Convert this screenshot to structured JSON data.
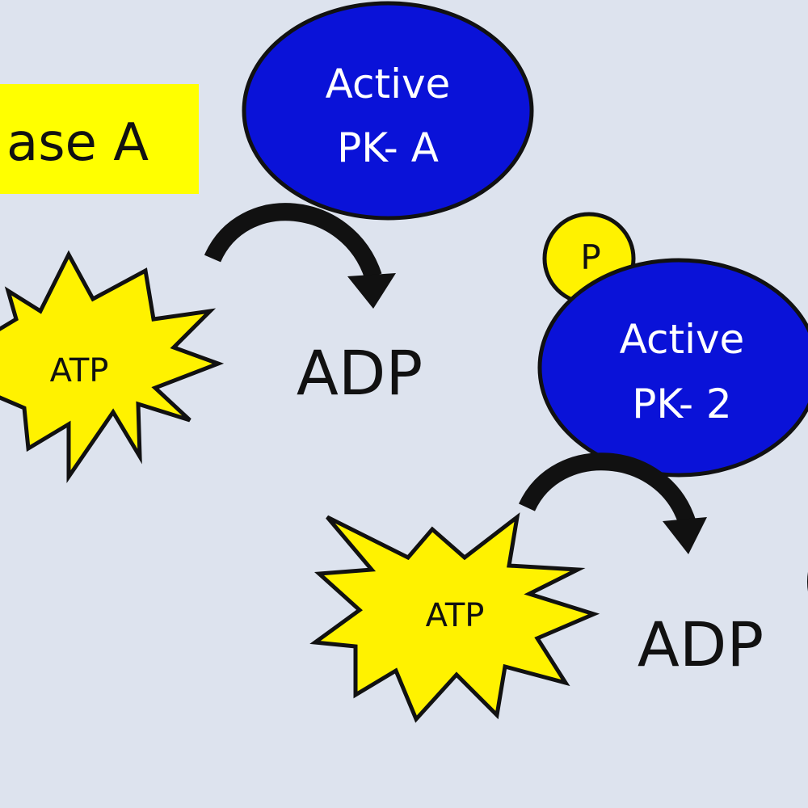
{
  "labels": {
    "header_partial": "ase A",
    "active_pka_line1": "Active",
    "active_pka_line2": "PK- A",
    "active_pk2_line1": "Active",
    "active_pk2_line2": "PK- 2",
    "phosphate": "P",
    "atp_left": "ATP",
    "atp_bottom": "ATP",
    "adp_top": "ADP",
    "adp_bottom": "ADP"
  },
  "colors": {
    "background": "#dde3ee",
    "enzyme_blue": "#0a12d8",
    "star_yellow": "#fff200",
    "header_yellow": "#ffff00",
    "outline": "#111111",
    "enzyme_text": "#ffffff"
  }
}
